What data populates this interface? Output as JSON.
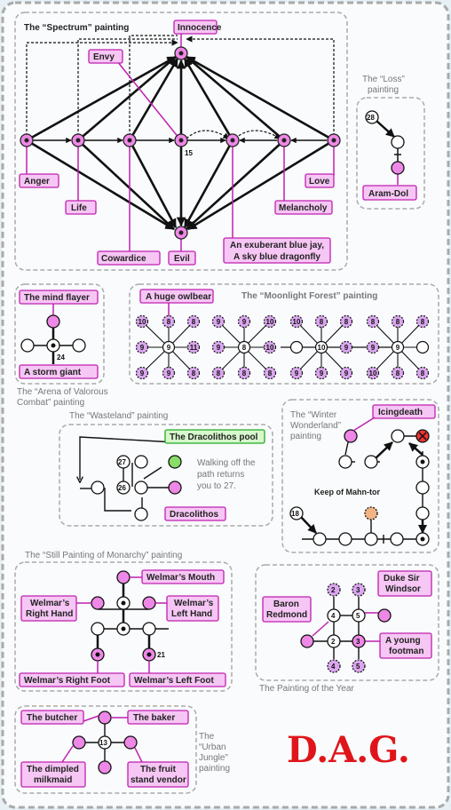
{
  "colors": {
    "pink": "#ee88e6",
    "pink_border": "#c020b0",
    "label_bg": "#f6c6f4",
    "green": "#88dd66",
    "green_label": "#d6f8cc",
    "orange": "#f2b483",
    "purple": "#dba6ef",
    "red": "#ee3333",
    "text_gray": "#777777",
    "title_red": "#e0151b"
  },
  "panels": {
    "spectrum": {
      "title": "The “Spectrum” painting",
      "labels": [
        "Innocence",
        "Envy",
        "Anger",
        "Life",
        "Cowardice",
        "Evil",
        "An exuberant blue jay,",
        "A sky blue dragonfly",
        "Melancholy",
        "Love"
      ],
      "numbers": [
        "15"
      ]
    },
    "loss": {
      "title_lines": [
        "The “Loss”",
        "painting"
      ],
      "labels": [
        "Aram-Dol"
      ],
      "numbers": [
        "28"
      ]
    },
    "arena": {
      "title_lines": [
        "The “Arena of Valorous",
        "Combat” painting"
      ],
      "labels": [
        "The mind flayer",
        "A storm giant"
      ],
      "numbers": [
        "24"
      ]
    },
    "moonlight": {
      "title": "The “Moonlight Forest” painting",
      "labels": [
        "A huge owlbear"
      ],
      "numbers": [
        "10",
        "9",
        "9",
        "8",
        "9",
        "9",
        "8",
        "11",
        "8",
        "9",
        "9",
        "8",
        "9",
        "8",
        "8",
        "10",
        "10",
        "8",
        "10",
        "9",
        "8",
        "10",
        "9",
        "8",
        "9",
        "9",
        "8",
        "9",
        "10",
        "8",
        "9",
        "8",
        "8",
        "8",
        "9",
        "8",
        "11",
        "10",
        "9",
        "8"
      ]
    },
    "wasteland": {
      "title": "The “Wasteland” painting",
      "labels": [
        "The Dracolithos pool",
        "Dracolithos"
      ],
      "caption_lines": [
        "Walking off the",
        "path returns",
        "you to 27."
      ],
      "numbers": [
        "27",
        "26"
      ]
    },
    "winter": {
      "title_lines": [
        "The “Winter",
        "Wonderland”",
        "painting"
      ],
      "labels": [
        "Icingdeath"
      ],
      "keep": "Keep of Mahn-tor",
      "numbers": [
        "18"
      ]
    },
    "monarchy": {
      "title": "The “Still Painting of Monarchy” painting",
      "labels": [
        "Welmar’s Mouth",
        "Welmar’s",
        "Right Hand",
        "Welmar’s",
        "Left Hand",
        "Welmar’s Right Foot",
        "Welmar’s Left Foot"
      ],
      "numbers": [
        "21"
      ]
    },
    "year": {
      "title": "The Painting of the Year",
      "labels": [
        "Baron",
        "Redmond",
        "Duke Sir",
        "Windsor",
        "A young",
        "footman"
      ],
      "numbers": [
        "2",
        "3",
        "4",
        "5",
        "2",
        "3",
        "4",
        "5"
      ]
    },
    "jungle": {
      "title_lines": [
        "The",
        "“Urban",
        "Jungle”",
        "painting"
      ],
      "labels": [
        "The butcher",
        "The baker",
        "The dimpled",
        "milkmaid",
        "The fruit",
        "stand vendor"
      ],
      "numbers": [
        "13"
      ]
    }
  },
  "logo": "D.A.G."
}
